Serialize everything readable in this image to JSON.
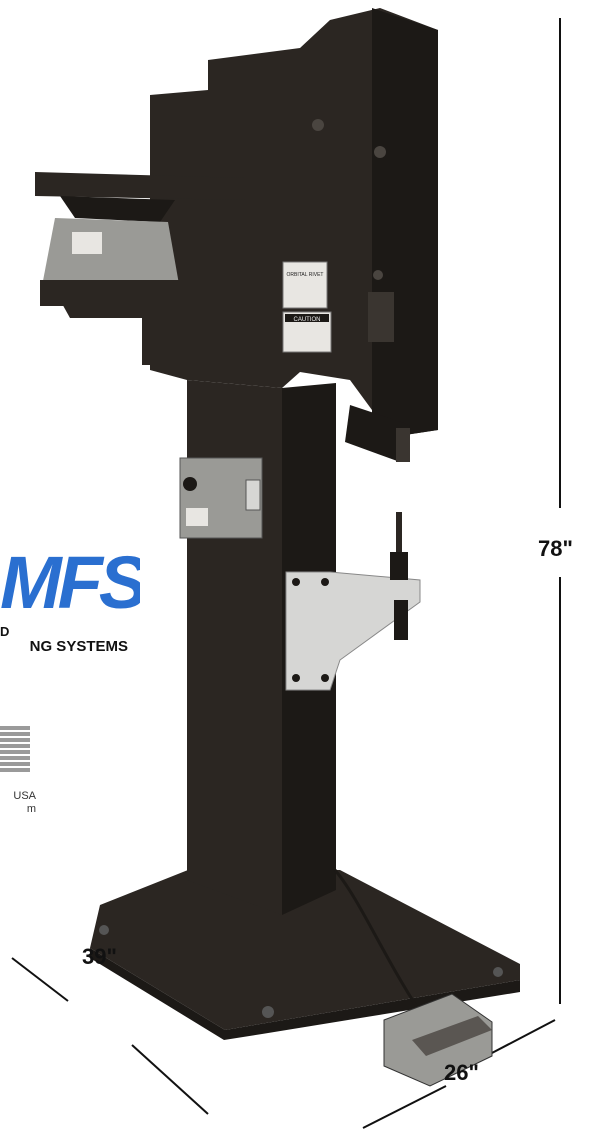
{
  "logo": {
    "mark": "MFS",
    "tagline": "NG SYSTEMS",
    "prefix_letter": "D"
  },
  "footnote": {
    "line1": "USA",
    "line2": "m"
  },
  "machine_plate": {
    "brand_line": "ORBITAL RIVET",
    "warning": "CAUTION"
  },
  "dimensions": {
    "height": "78\"",
    "depth": "39\"",
    "width": "26\""
  },
  "colors": {
    "machine": "#2b2622",
    "machine_dark": "#1c1916",
    "bracket": "#d6d6d4",
    "bowl": "#9a9a96",
    "logo_blue": "#2a6fd0"
  }
}
